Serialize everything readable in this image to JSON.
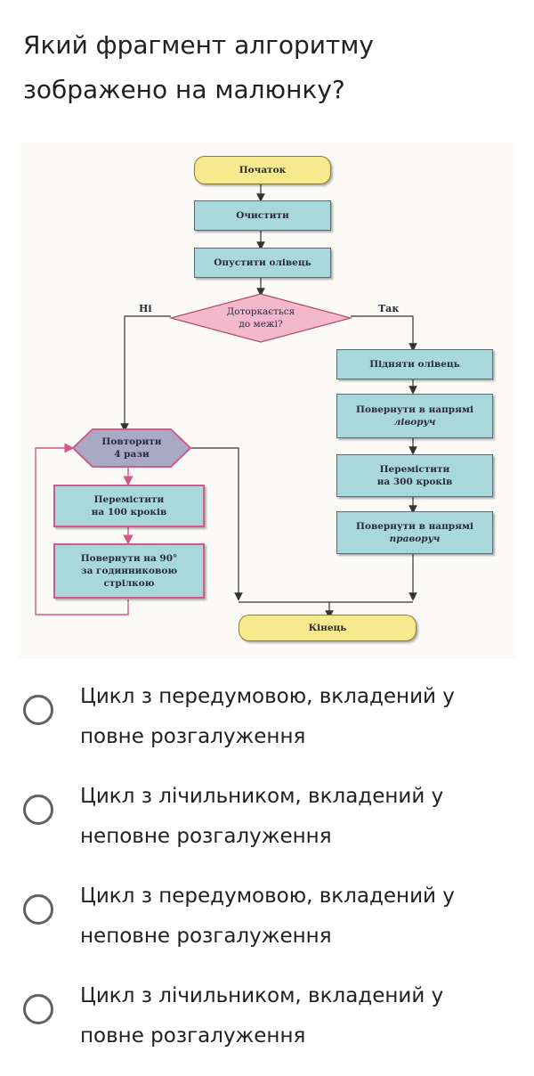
{
  "question": {
    "text": "Який фрагмент алгоритму зображено на малюнку?"
  },
  "flowchart": {
    "start": "Початок",
    "step_clear": "Очистити",
    "step_pen_down": "Опустити олівець",
    "decision": {
      "line1": "Доторкається",
      "line2": "до межі?"
    },
    "no_label": "Ні",
    "yes_label": "Так",
    "yes_branch": [
      {
        "line1": "Підняти олівець",
        "line2": ""
      },
      {
        "line1": "Повернути в напрямі",
        "line2": "ліворуч"
      },
      {
        "line1": "Перемістити",
        "line2": "на 300 кроків"
      },
      {
        "line1": "Повернути в напрямі",
        "line2": "праворуч"
      }
    ],
    "loop": {
      "line1": "Повторити",
      "line2": "4 рази"
    },
    "loop_body": [
      {
        "line1": "Перемістити",
        "line2": "на 100 кроків",
        "line3": ""
      },
      {
        "line1": "Повернути на 90°",
        "line2": "за годинниковою",
        "line3": "стрілкою"
      }
    ],
    "end": "Кінець",
    "colors": {
      "terminal": "#f7ea8e",
      "process": "#a9d8dc",
      "decision": "#f4b8cc",
      "loop": "#a9a9c4",
      "loop_border": "#d4588a"
    }
  },
  "options": [
    {
      "label": "Цикл з передумовою, вкладений у повне розгалуження",
      "selected": false
    },
    {
      "label": "Цикл з лічильником, вкладений у неповне розгалуження",
      "selected": false
    },
    {
      "label": "Цикл з передумовою, вкладений у неповне розгалуження",
      "selected": false
    },
    {
      "label": "Цикл з лічильником, вкладений у повне розгалуження",
      "selected": false
    }
  ]
}
